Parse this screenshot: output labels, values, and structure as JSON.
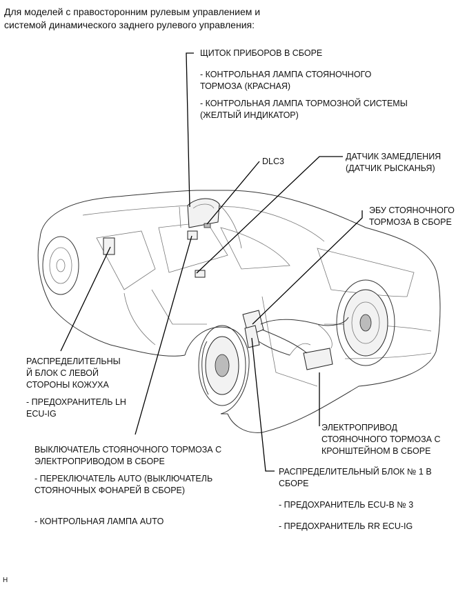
{
  "header": {
    "line1": "Для моделей с правосторонним рулевым управлением и",
    "line2": "системой динамического заднего рулевого управления:"
  },
  "labels": {
    "cluster": {
      "title": "ЩИТОК ПРИБОРОВ В СБОРЕ",
      "item1_l1": "- КОНТРОЛЬНАЯ ЛАМПА СТОЯНОЧНОГО",
      "item1_l2": "ТОРМОЗА (КРАСНАЯ)",
      "item2_l1": "- КОНТРОЛЬНАЯ ЛАМПА ТОРМОЗНОЙ СИСТЕМЫ",
      "item2_l2": "(ЖЕЛТЫЙ ИНДИКАТОР)"
    },
    "dlc3": "DLC3",
    "decel_sensor": {
      "l1": "ДАТЧИК ЗАМЕДЛЕНИЯ",
      "l2": "(ДАТЧИК РЫСКАНЬЯ)"
    },
    "parking_ecu": {
      "l1": "ЭБУ СТОЯНОЧНОГО",
      "l2": "ТОРМОЗА В СБОРЕ"
    },
    "left_junction": {
      "l1": "РАСПРЕДЕЛИТЕЛЬНЫ",
      "l2": "Й БЛОК С ЛЕВОЙ",
      "l3": "СТОРОНЫ КОЖУХА",
      "fuse_l1": "- ПРЕДОХРАНИТЕЛЬ LH",
      "fuse_l2": "ECU-IG"
    },
    "actuator": {
      "l1": "ЭЛЕКТРОПРИВОД",
      "l2": "СТОЯНОЧНОГО ТОРМОЗА С",
      "l3": "КРОНШТЕЙНОМ В СБОРЕ"
    },
    "switch": {
      "l1": "ВЫКЛЮЧАТЕЛЬ СТОЯНОЧНОГО ТОРМОЗА С",
      "l2": "ЭЛЕКТРОПРИВОДОМ В СБОРЕ",
      "auto_l1": "- ПЕРЕКЛЮЧАТЕЛЬ AUTO (ВЫКЛЮЧАТЕЛЬ",
      "auto_l2": "СТОЯНОЧНЫХ ФОНАРЕЙ В СБОРЕ)",
      "lamp": "- КОНТРОЛЬНАЯ ЛАМПА AUTO"
    },
    "junction1": {
      "l1": "РАСПРЕДЕЛИТЕЛЬНЫЙ БЛОК № 1 В",
      "l2": "СБОРЕ",
      "fuse1": "- ПРЕДОХРАНИТЕЛЬ ECU-B № 3",
      "fuse2": "- ПРЕДОХРАНИТЕЛЬ RR ECU-IG"
    }
  },
  "figure_code": "H"
}
